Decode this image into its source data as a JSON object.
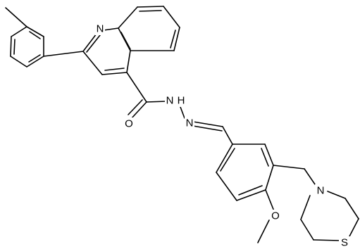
{
  "molecule": {
    "atoms": {
      "ring_n": "N",
      "amide_o": "O",
      "hydrazide_n1": "N",
      "hydrazide_h": "H",
      "imine_n": "N",
      "morpholine_n": "N",
      "methoxy_o": "O",
      "ring_s": "S"
    }
  }
}
